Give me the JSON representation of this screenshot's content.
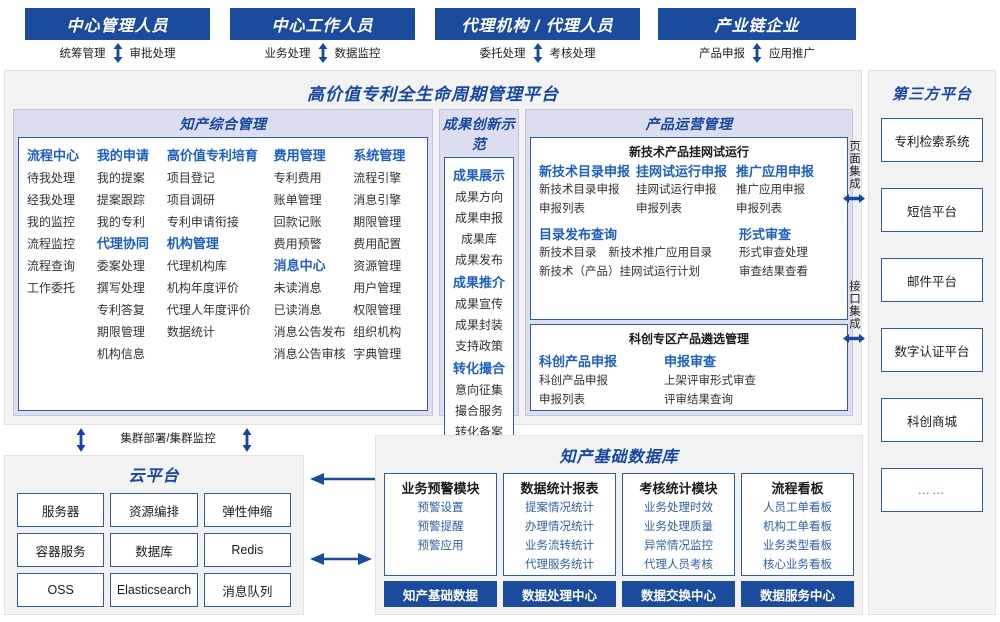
{
  "colors": {
    "headerBlue": "#1A4B9C",
    "accent": "#17479E",
    "link": "#1F5FBF",
    "panelBg": "#F2F2F2",
    "bandBg": "#DCDEEF",
    "boxBorder": "#2B5CA8"
  },
  "roles": [
    {
      "title": "中心管理人员",
      "left": "统筹管理",
      "right": "审批处理"
    },
    {
      "title": "中心工作人员",
      "left": "业务处理",
      "right": "数据监控"
    },
    {
      "title": "代理机构 / 代理人员",
      "left": "委托处理",
      "right": "考核处理"
    },
    {
      "title": "产业链企业",
      "left": "产品申报",
      "right": "应用推广"
    }
  ],
  "platform": {
    "title": "高价值专利全生命周期管理平台",
    "groups": {
      "zhichan": {
        "title": "知产综合管理",
        "columns": [
          {
            "blocks": [
              {
                "head": "流程中心",
                "items": [
                  "待我处理",
                  "经我处理",
                  "我的监控",
                  "流程监控",
                  "流程查询",
                  "工作委托"
                ]
              }
            ]
          },
          {
            "blocks": [
              {
                "head": "我的申请",
                "items": [
                  "我的提案",
                  "提案跟踪",
                  "我的专利"
                ]
              },
              {
                "head": "代理协同",
                "items": [
                  "委案处理",
                  "撰写处理",
                  "专利答复",
                  "期限管理",
                  "机构信息"
                ]
              }
            ]
          },
          {
            "blocks": [
              {
                "head": "高价值专利培育",
                "items": [
                  "项目登记",
                  "项目调研",
                  "专利申请衔接"
                ]
              },
              {
                "head": "机构管理",
                "items": [
                  "代理机构库",
                  "机构年度评价",
                  "代理人年度评价",
                  "数据统计"
                ]
              }
            ]
          },
          {
            "blocks": [
              {
                "head": "费用管理",
                "items": [
                  "专利费用",
                  "账单管理",
                  "回款记账",
                  "费用预警"
                ]
              },
              {
                "head": "消息中心",
                "items": [
                  "未读消息",
                  "已读消息",
                  "消息公告发布",
                  "消息公告审核"
                ]
              }
            ]
          },
          {
            "blocks": [
              {
                "head": "系统管理",
                "items": [
                  "流程引擎",
                  "消息引擎",
                  "期限管理",
                  "费用配置",
                  "资源管理",
                  "用户管理",
                  "权限管理",
                  "组织机构",
                  "字典管理"
                ]
              }
            ]
          }
        ]
      },
      "chengguo": {
        "title": "成果创新示范",
        "blocks": [
          {
            "head": "成果展示",
            "items": [
              "成果方向",
              "成果申报",
              "成果库",
              "成果发布"
            ]
          },
          {
            "head": "成果推介",
            "items": [
              "成果宣传",
              "成果封装",
              "支持政策"
            ]
          },
          {
            "head": "转化撮合",
            "items": [
              "意向征集",
              "撮合服务",
              "转化备案"
            ]
          }
        ]
      },
      "chanpin": {
        "title": "产品运营管理",
        "boxTop": {
          "caption": "新技术产品挂网试运行",
          "columns": [
            {
              "head": "新技术目录申报",
              "items": [
                "新技术目录申报",
                "申报列表"
              ]
            },
            {
              "head": "挂网试运行申报",
              "items": [
                "挂网试运行申报",
                "申报列表"
              ]
            },
            {
              "head": "推广应用申报",
              "items": [
                "推广应用申报",
                "申报列表"
              ]
            }
          ],
          "row2Left": {
            "head": "目录发布查询",
            "line1": [
              "新技术目录",
              "新技术推广应用目录"
            ],
            "line2": [
              "新技术（产品）挂网试运行计划"
            ]
          },
          "row2Right": {
            "head": "形式审查",
            "items": [
              "形式审查处理",
              "审查结果查看"
            ]
          }
        },
        "boxBottom": {
          "caption": "科创专区产品遴选管理",
          "columns": [
            {
              "head": "科创产品申报",
              "items": [
                "科创产品申报",
                "申报列表"
              ]
            },
            {
              "head": "申报审查",
              "items": [
                "上架评审形式审查",
                "评审结果查询"
              ]
            }
          ]
        }
      }
    }
  },
  "integration": [
    {
      "label": "页面集成"
    },
    {
      "label": "接口集成"
    }
  ],
  "thirdParty": {
    "title": "第三方平台",
    "items": [
      "专利检索系统",
      "短信平台",
      "邮件平台",
      "数字认证平台",
      "科创商城",
      "……"
    ]
  },
  "cluster": {
    "label": "集群部署/集群监控"
  },
  "cloud": {
    "title": "云平台",
    "cells": [
      "服务器",
      "资源编排",
      "弹性伸缩",
      "容器服务",
      "数据库",
      "Redis",
      "OSS",
      "Elasticsearch",
      "消息队列"
    ]
  },
  "database": {
    "title": "知产基础数据库",
    "columns": [
      {
        "head": "业务预警模块",
        "items": [
          "预警设置",
          "预警提醒",
          "预警应用"
        ],
        "foot": "知产基础数据"
      },
      {
        "head": "数据统计报表",
        "items": [
          "提案情况统计",
          "办理情况统计",
          "业务流转统计",
          "代理服务统计"
        ],
        "foot": "数据处理中心"
      },
      {
        "head": "考核统计模块",
        "items": [
          "业务处理时效",
          "业务处理质量",
          "异常情况监控",
          "代理人员考核"
        ],
        "foot": "数据交换中心"
      },
      {
        "head": "流程看板",
        "items": [
          "人员工单看板",
          "机构工单看板",
          "业务类型看板",
          "核心业务看板"
        ],
        "foot": "数据服务中心"
      }
    ]
  }
}
